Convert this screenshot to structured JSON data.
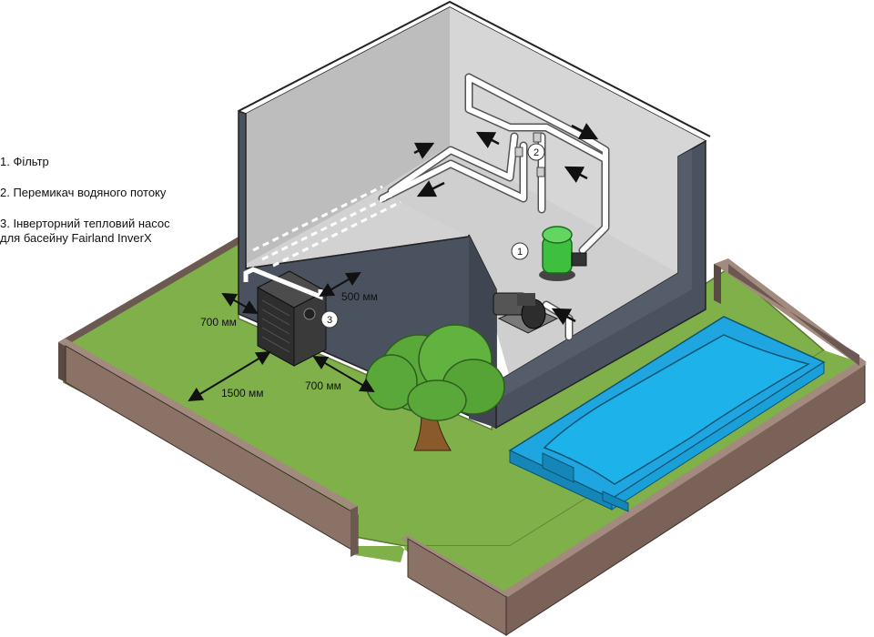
{
  "legend": {
    "item1": "1. Фільтр",
    "item2": "2. Перемикач водяного потоку",
    "item3": "3. Інверторний тепловий насос\n    для басейну Fairland InverX"
  },
  "markers": {
    "filter": "1",
    "switch": "2",
    "heat_pump": "3"
  },
  "dimensions": {
    "pipe_wall": "500 мм",
    "left_clearance": "700 мм",
    "front_clearance": "700 мм",
    "rear_clearance": "1500 мм"
  },
  "colors": {
    "grass": "#7fb04a",
    "wall_dark": "#4a5260",
    "floor": "#d4d4d4",
    "fence": "#8a7266",
    "pool_water": "#1db3ea",
    "pool_rim": "#1fa5e0",
    "filter_green": "#3fbf3f",
    "tree_green": "#5aa83a",
    "trunk": "#8a5a2a"
  }
}
